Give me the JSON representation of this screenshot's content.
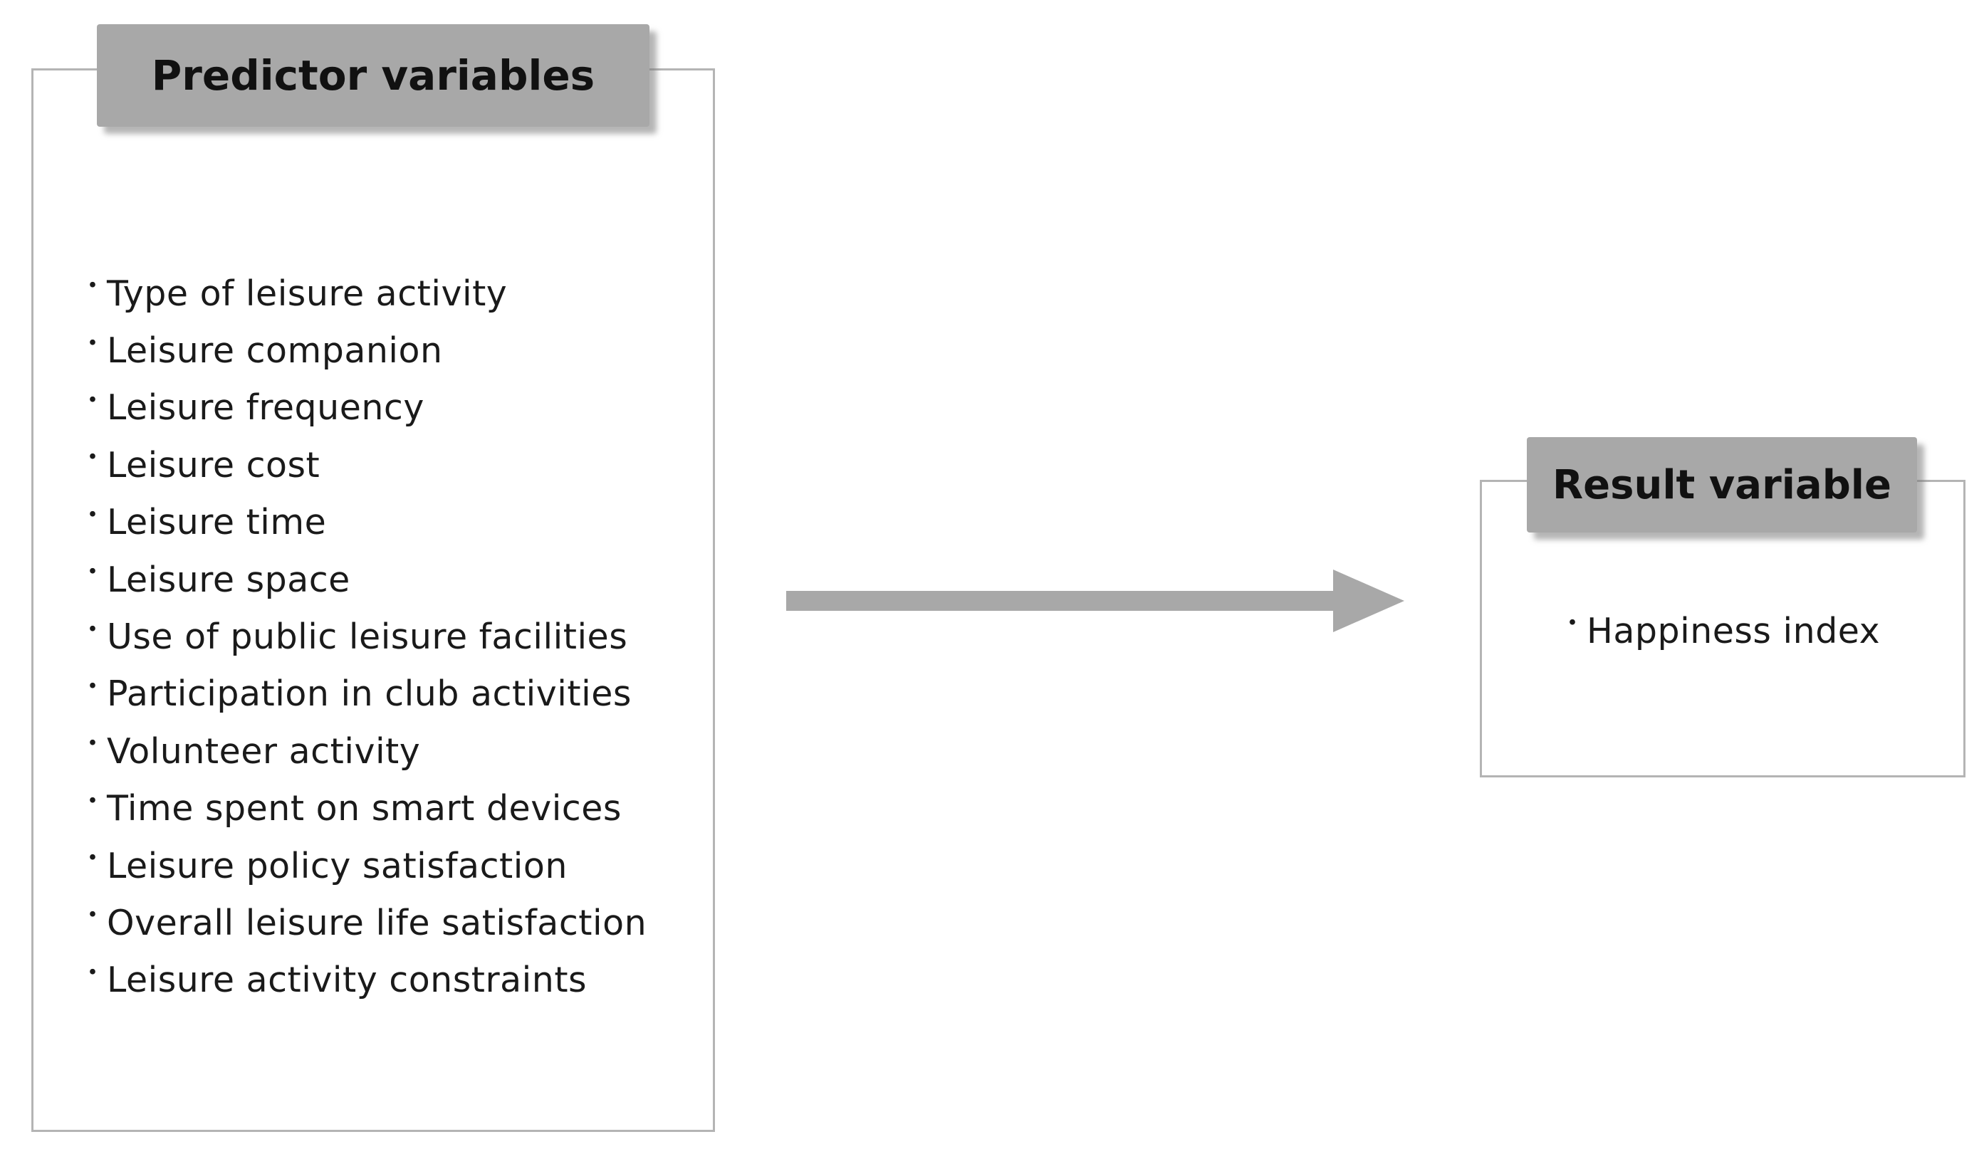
{
  "predictor": {
    "title": "Predictor variables",
    "bullet": "・",
    "items": [
      "Type of leisure activity",
      "Leisure companion",
      "Leisure frequency",
      "Leisure cost",
      "Leisure time",
      "Leisure space",
      "Use of public leisure facilities",
      "Participation in club activities",
      "Volunteer activity",
      "Time spent on smart devices",
      "Leisure policy satisfaction",
      "Overall leisure life satisfaction",
      "Leisure activity constraints"
    ]
  },
  "result": {
    "title": "Result variable",
    "bullet": "・",
    "items": [
      "Happiness index"
    ]
  },
  "colors": {
    "header_fill": "#a8a8a8",
    "border": "#b4b4b4",
    "arrow": "#a8a8a8",
    "text": "#1a1a1a"
  },
  "icons": {
    "arrow": "right-arrow-icon"
  }
}
